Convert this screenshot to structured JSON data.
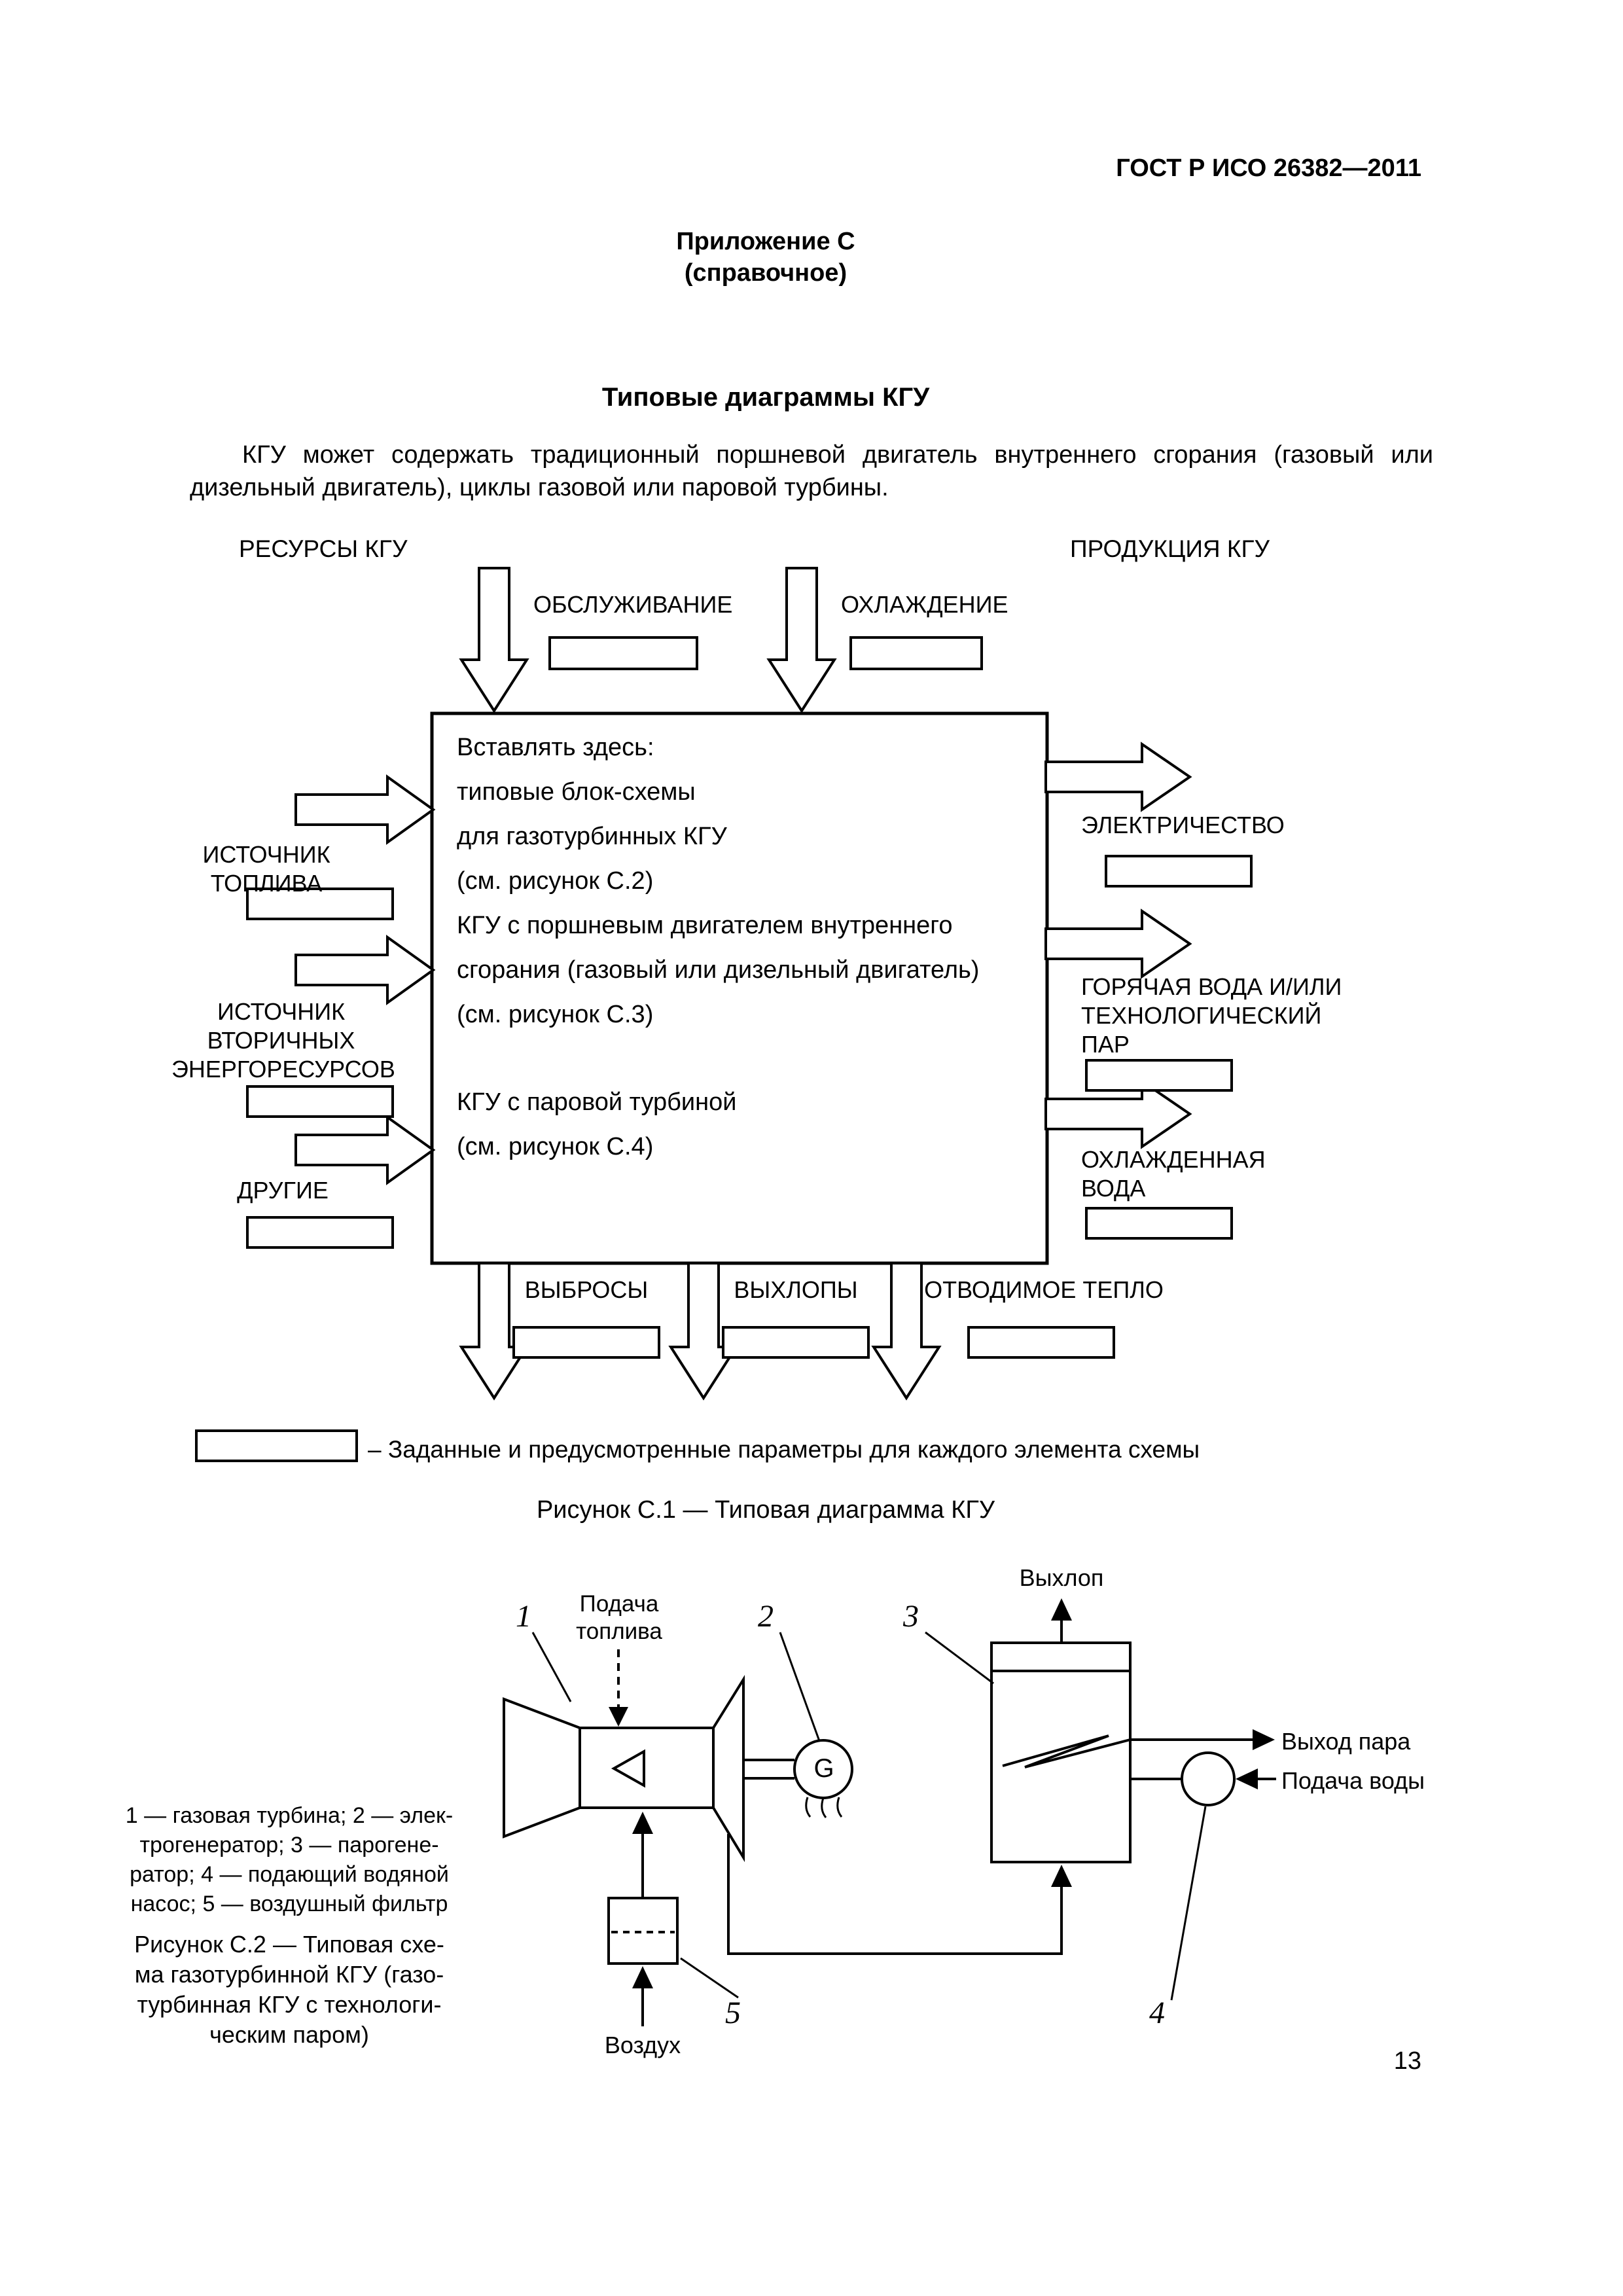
{
  "doc": {
    "header": "ГОСТ Р ИСО 26382—2011",
    "appendix_label": "Приложение С",
    "appendix_kind": "(справочное)",
    "title": "Типовые диаграммы КГУ",
    "intro": "КГУ может содержать традиционный поршневой двигатель внутреннего сгорания (газовый или дизельный двигатель), циклы газовой или паровой турбины.",
    "page_number": "13"
  },
  "fig_c1": {
    "resources_label": "РЕСУРСЫ КГУ",
    "products_label": "ПРОДУКЦИЯ КГУ",
    "service_label": "ОБСЛУЖИВАНИЕ",
    "cooling_label": "ОХЛАЖДЕНИЕ",
    "box_lines": [
      "Вставлять здесь:",
      "типовые блок-схемы",
      "для газотурбинных КГУ",
      "(см. рисунок С.2)",
      "КГУ с поршневым двигателем внутреннего",
      "сгорания (газовый или дизельный двигатель)",
      "(см. рисунок С.3)",
      "КГУ с паровой турбиной",
      "(см. рисунок С.4)"
    ],
    "fuel_source_label": "ИСТОЧНИК\nТОПЛИВА",
    "secondary_source_label": "ИСТОЧНИК\nВТОРИЧНЫХ\nЭНЕРГОРЕСУРСОВ",
    "other_label": "ДРУГИЕ",
    "electricity_label": "ЭЛЕКТРИЧЕСТВО",
    "hot_water_label": "ГОРЯЧАЯ ВОДА И/ИЛИ\nТЕХНОЛОГИЧЕСКИЙ\nПАР",
    "chilled_water_label": "ОХЛАЖДЕННАЯ\nВОДА",
    "emissions_label": "ВЫБРОСЫ",
    "exhaust_label": "ВЫХЛОПЫ",
    "removed_heat_label": "ОТВОДИМОЕ ТЕПЛО",
    "legend_text": "– Заданные и предусмотренные параметры для каждого элемента схемы",
    "caption": "Рисунок С.1 — Типовая диаграмма КГУ"
  },
  "fig_c2": {
    "exhaust_label": "Выхлоп",
    "fuel_supply_label": "Подача\nтоплива",
    "steam_out_label": "Выход пара",
    "water_in_label": "Подача воды",
    "air_label": "Воздух",
    "generator_letter": "G",
    "num_1": "1",
    "num_2": "2",
    "num_3": "3",
    "num_4": "4",
    "num_5": "5",
    "legend_text": "1 — газовая турбина; 2 — элек-\nтрогенератор; 3 — парогене-\nратор; 4 — подающий водяной\nнасос; 5 — воздушный фильтр",
    "caption": "Рисунок С.2 — Типовая схе-\nма газотурбинной КГУ (газо-\nтурбинная КГУ с технологи-\nческим паром)"
  }
}
